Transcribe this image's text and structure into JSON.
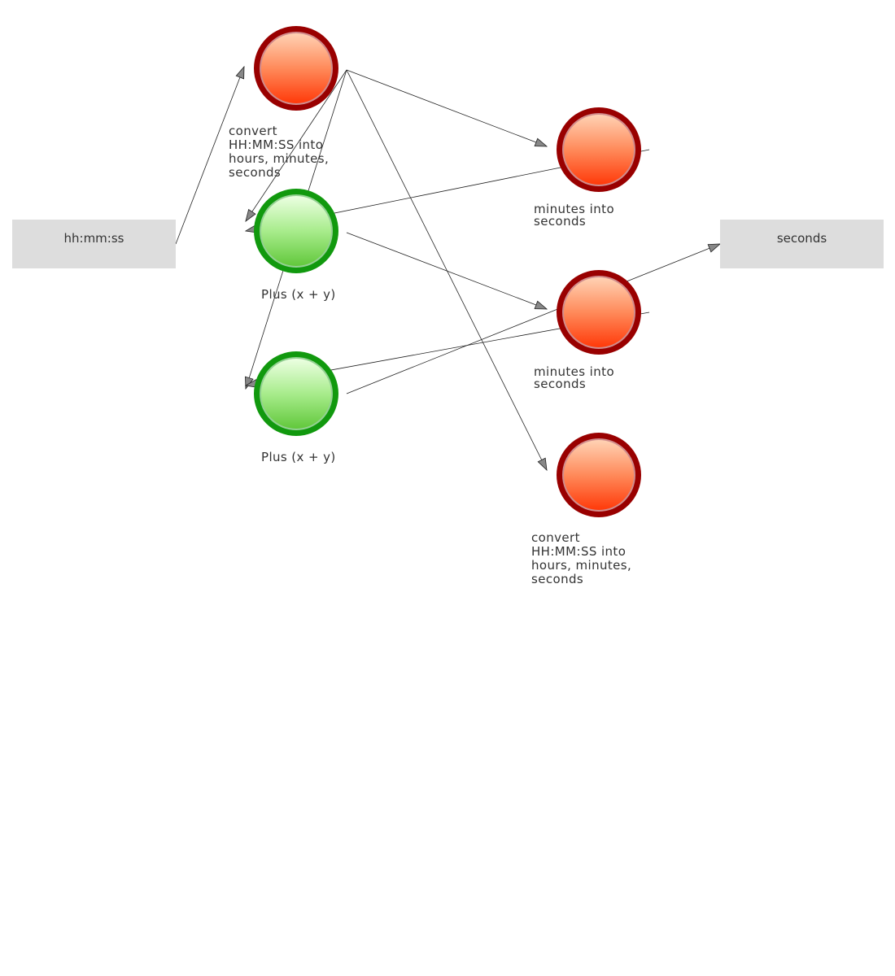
{
  "inputs": [
    {
      "id": "in",
      "label": "hh:mm:ss"
    }
  ],
  "outputs": [
    {
      "id": "out",
      "label": "seconds"
    }
  ],
  "nodes": [
    {
      "id": "n1",
      "kind": "operation",
      "label": "convert\nHH:MM:SS into\nhours, minutes,\nseconds",
      "color": "red"
    },
    {
      "id": "n2",
      "kind": "operation",
      "label": "Plus (x + y)",
      "color": "green"
    },
    {
      "id": "n3",
      "kind": "operation",
      "label": "Plus (x + y)",
      "color": "green"
    },
    {
      "id": "n4",
      "kind": "operation",
      "label": "minutes into\nseconds",
      "color": "red"
    },
    {
      "id": "n5",
      "kind": "operation",
      "label": "minutes into\nseconds",
      "color": "red"
    },
    {
      "id": "n6",
      "kind": "operation",
      "label": "convert\nHH:MM:SS into\nhours, minutes,\nseconds",
      "color": "red"
    }
  ],
  "edges": [
    {
      "from": "in",
      "to": "n1"
    },
    {
      "from": "n1",
      "to": "n4"
    },
    {
      "from": "n1",
      "to": "n2"
    },
    {
      "from": "n1",
      "to": "n3"
    },
    {
      "from": "n1",
      "to": "n6"
    },
    {
      "from": "n4",
      "to": "n2"
    },
    {
      "from": "n2",
      "to": "n5"
    },
    {
      "from": "n5",
      "to": "n3"
    },
    {
      "from": "n3",
      "to": "out"
    }
  ],
  "colors": {
    "red_ring": "#990000",
    "red_fill_top": "#ffd2b4",
    "red_fill_bottom": "#ff3a0a",
    "green_ring": "#11990e",
    "green_fill_top": "#e4ffd8",
    "green_fill_bottom": "#6ccf45",
    "io_box": "#dddddd"
  }
}
